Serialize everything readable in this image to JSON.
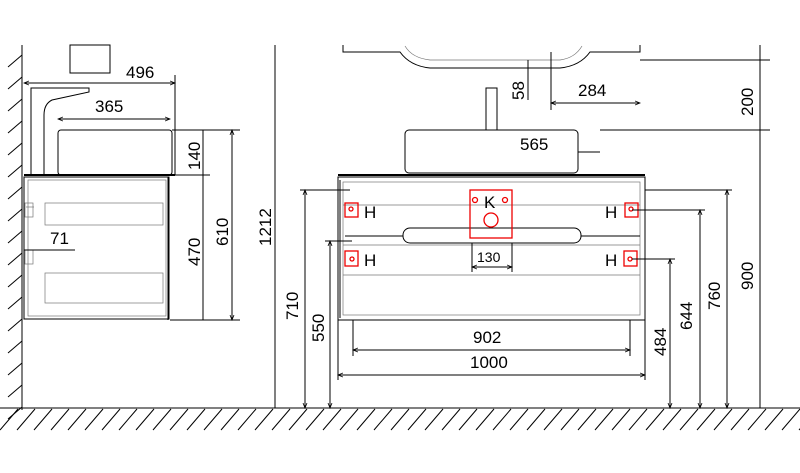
{
  "side_view": {
    "dims": {
      "width_total": "496",
      "basin_width": "365",
      "basin_height": "140",
      "cabinet_height": "470",
      "top_height": "610",
      "overall_height": "1212",
      "wall_offset": "71"
    }
  },
  "front_view": {
    "dims": {
      "basin_width": "565",
      "drain_offset": "58",
      "mirror_offset": "284",
      "mirror_gap": "200",
      "top_height": "900",
      "hook_height_upper": "760",
      "hook_height_mid": "644",
      "hook_height_lower": "484",
      "left_upper": "710",
      "left_lower": "550",
      "inner_width": "902",
      "outer_width": "1000",
      "outlet_width": "130"
    },
    "markers": {
      "hook": "H",
      "connection": "K"
    }
  },
  "colors": {
    "line": "#000000",
    "marker": "#e00000",
    "accent": "#00bcd4"
  }
}
